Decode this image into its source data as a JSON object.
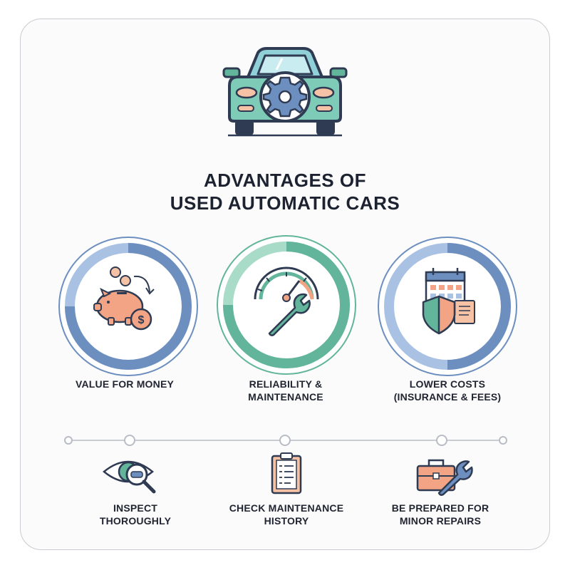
{
  "title": {
    "line1": "ADVANTAGES OF",
    "line2": "USED AUTOMATIC CARS"
  },
  "advantages": [
    {
      "label_line1": "VALUE FOR MONEY",
      "label_line2": "",
      "icon": "piggy-bank-icon",
      "ring_color": "#6d8fc0"
    },
    {
      "label_line1": "RELIABILITY &",
      "label_line2": "MAINTENANCE",
      "icon": "gauge-wrench-icon",
      "ring_color": "#62b59a"
    },
    {
      "label_line1": "LOWER COSTS",
      "label_line2": "(INSURANCE & FEES)",
      "icon": "shield-calendar-icon",
      "ring_color": "#6d8fc0"
    }
  ],
  "tips": [
    {
      "label_line1": "INSPECT",
      "label_line2": "THOROUGHLY",
      "icon": "eye-magnifier-icon"
    },
    {
      "label_line1": "CHECK MAINTENANCE",
      "label_line2": "HISTORY",
      "icon": "clipboard-checklist-icon"
    },
    {
      "label_line1": "BE PREPARED FOR",
      "label_line2": "MINOR REPAIRS",
      "icon": "toolbox-wrench-icon"
    }
  ],
  "colors": {
    "blue": "#6d8fc0",
    "light_blue": "#a9c1e3",
    "green": "#62b59a",
    "light_green": "#a8dcc9",
    "salmon": "#f2a484",
    "dark": "#2f3b52"
  }
}
